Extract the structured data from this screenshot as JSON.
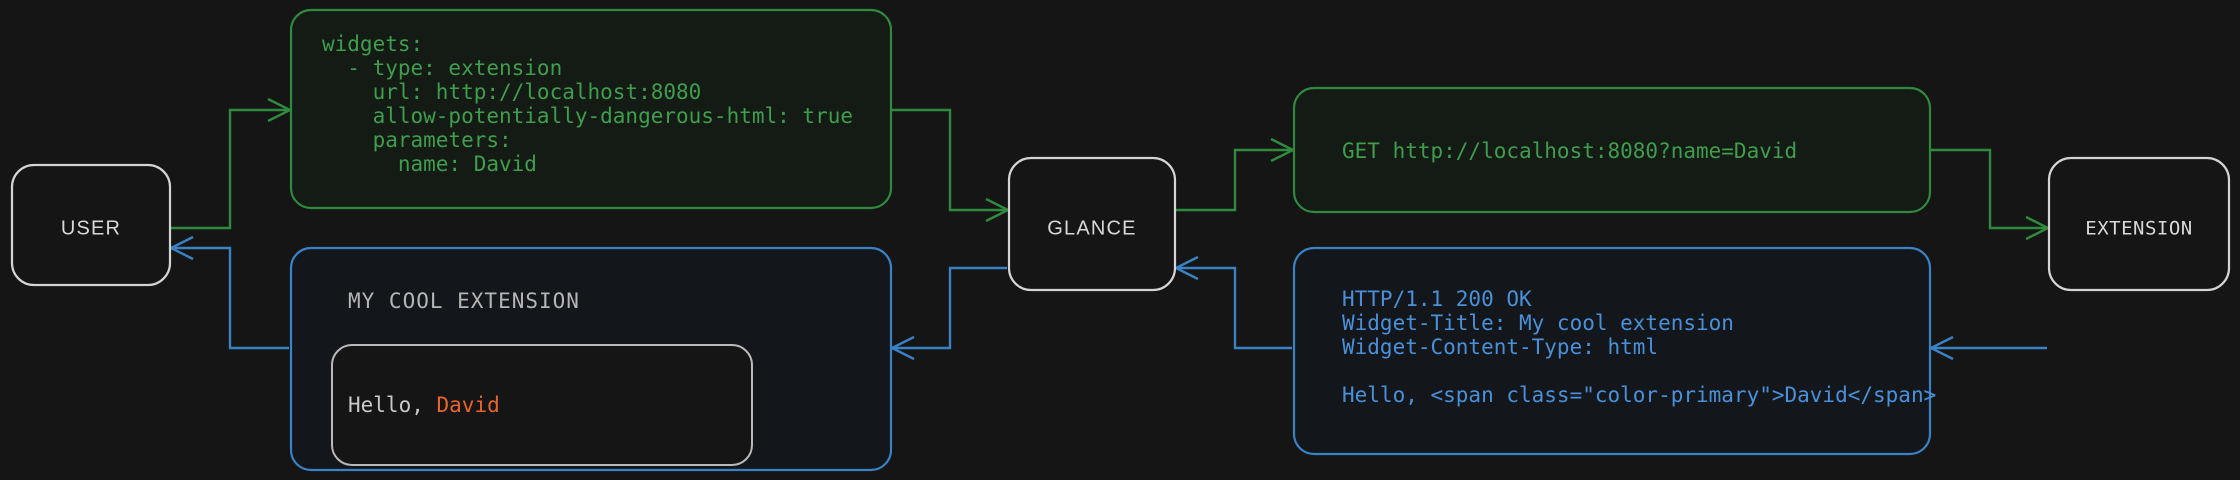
{
  "diagram": {
    "background_color": "#151515",
    "request_color": "#2f8a3e",
    "response_color": "#3b82c4",
    "node_border_color": "#d4d4d4",
    "accent_color": "#e8642a",
    "nodes": {
      "user": {
        "label": "USER"
      },
      "glance": {
        "label": "GLANCE"
      },
      "extension": {
        "label": "EXTENSION"
      }
    },
    "panels": {
      "config": {
        "kind": "request",
        "lines": [
          "widgets:",
          "  - type: extension",
          "    url: http://localhost:8080",
          "    allow-potentially-dangerous-html: true",
          "    parameters:",
          "      name: David"
        ]
      },
      "http_request": {
        "kind": "request",
        "lines": [
          "GET http://localhost:8080?name=David"
        ]
      },
      "http_response": {
        "kind": "response",
        "lines": [
          "HTTP/1.1 200 OK",
          "Widget-Title: My cool extension",
          "Widget-Content-Type: html",
          "",
          "Hello, <span class=\"color-primary\">David</span>"
        ]
      },
      "rendered_widget": {
        "kind": "response",
        "title": "MY COOL EXTENSION",
        "body_prefix": "Hello, ",
        "body_accent": "David"
      }
    }
  }
}
